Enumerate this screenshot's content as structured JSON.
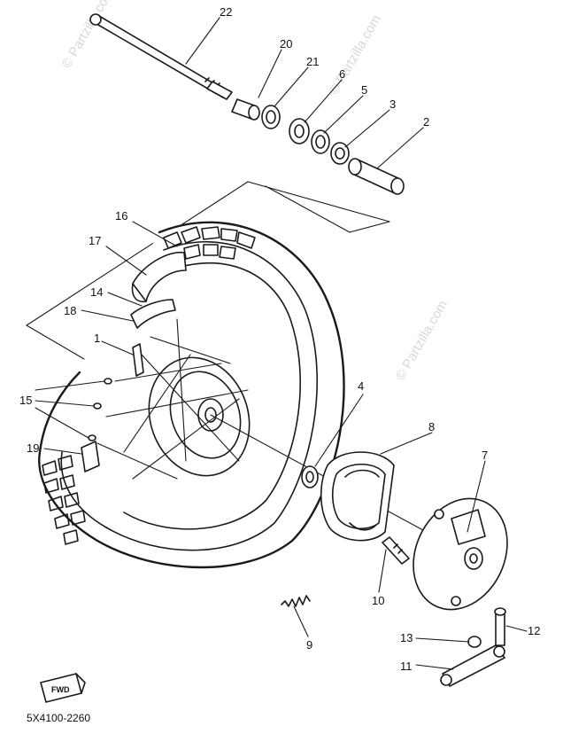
{
  "watermark": "© Partzilla.com",
  "part_number": "5X4100-2260",
  "fwd_label": "FWD",
  "callouts": {
    "c1": "1",
    "c2": "2",
    "c3": "3",
    "c4": "4",
    "c5": "5",
    "c6": "6",
    "c7": "7",
    "c8": "8",
    "c9": "9",
    "c10": "10",
    "c11": "11",
    "c12": "12",
    "c13": "13",
    "c14": "14",
    "c15": "15",
    "c16": "16",
    "c17": "17",
    "c18": "18",
    "c19": "19",
    "c20": "20",
    "c21": "21",
    "c22": "22"
  }
}
